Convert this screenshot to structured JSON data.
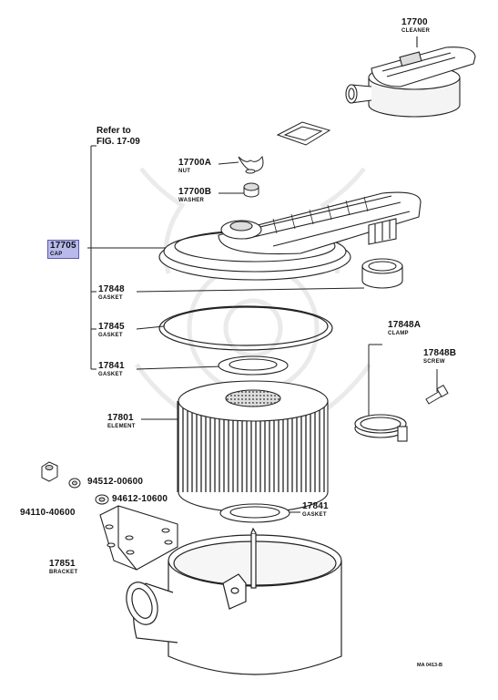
{
  "labels": {
    "cleaner": {
      "num": "17700",
      "name": "CLEANER"
    },
    "refer_line1": "Refer to",
    "refer_line2": "FIG. 17-09",
    "nut": {
      "num": "17700A",
      "name": "NUT"
    },
    "washer": {
      "num": "17700B",
      "name": "WASHER"
    },
    "cap": {
      "num": "17705",
      "name": "CAP"
    },
    "gasket_a": {
      "num": "17848",
      "name": "GASKET"
    },
    "gasket_b": {
      "num": "17845",
      "name": "GASKET"
    },
    "gasket_c": {
      "num": "17841",
      "name": "GASKET"
    },
    "clamp": {
      "num": "17848A",
      "name": "CLAMP"
    },
    "screw": {
      "num": "17848B",
      "name": "SCREW"
    },
    "element": {
      "num": "17801",
      "name": "ELEMENT"
    },
    "part_94512": "94512-00600",
    "part_94612": "94612-10600",
    "part_94110": "94110-40600",
    "gasket_d": {
      "num": "17841",
      "name": "GASKET"
    },
    "bracket": {
      "num": "17851",
      "name": "BRACKET"
    },
    "drawing_code": "MA 0413-B"
  },
  "colors": {
    "highlight": "#b9b9ec",
    "line": "#222222"
  }
}
